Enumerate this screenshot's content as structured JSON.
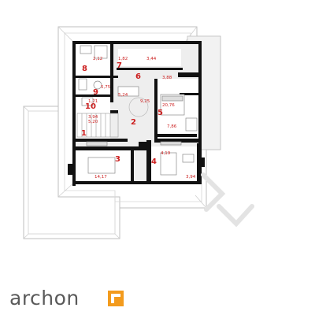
{
  "rooms": [
    {
      "number": "1",
      "area": "3,94"
    },
    {
      "number": "2",
      "area": "9,25"
    },
    {
      "number": "3",
      "area": "14,17"
    },
    {
      "number": "4",
      "area": "4,19"
    },
    {
      "number": "5",
      "area": "20,76"
    },
    {
      "number": "6",
      "area": "3,44"
    },
    {
      "number": "7",
      "area": "1,82"
    },
    {
      "number": "8",
      "area": "2,12"
    },
    {
      "number": "9",
      "area": "5,75"
    },
    {
      "number": "10",
      "area": "1,21"
    }
  ],
  "extra_areas": [
    "7,86",
    "3,94",
    "5,24",
    "3,88",
    "5,20"
  ],
  "watermark": "archon",
  "colors": {
    "label": "#cc1f1f",
    "wall": "#111111",
    "roof": "#d9d9d9",
    "accent": "#f39b1d"
  }
}
